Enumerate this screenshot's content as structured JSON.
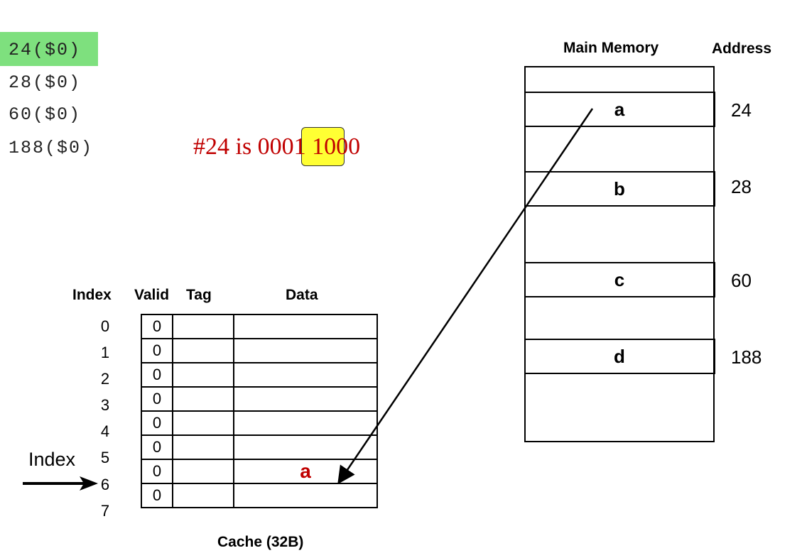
{
  "addresses": [
    {
      "text": "24($0)",
      "highlighted": true
    },
    {
      "text": "28($0)",
      "highlighted": false
    },
    {
      "text": "60($0)",
      "highlighted": false
    },
    {
      "text": "188($0)",
      "highlighted": false
    }
  ],
  "binary_note": {
    "text": "#24 is 0001 1000",
    "color": "#c00000",
    "highlight_color": "#ffff33"
  },
  "cache": {
    "headers": {
      "index": "Index",
      "valid": "Valid",
      "tag": "Tag",
      "data": "Data"
    },
    "rows": [
      {
        "index": "0",
        "valid": "0",
        "tag": "",
        "data": ""
      },
      {
        "index": "1",
        "valid": "0",
        "tag": "",
        "data": ""
      },
      {
        "index": "2",
        "valid": "0",
        "tag": "",
        "data": ""
      },
      {
        "index": "3",
        "valid": "0",
        "tag": "",
        "data": ""
      },
      {
        "index": "4",
        "valid": "0",
        "tag": "",
        "data": ""
      },
      {
        "index": "5",
        "valid": "0",
        "tag": "",
        "data": ""
      },
      {
        "index": "6",
        "valid": "0",
        "tag": "",
        "data": "a"
      },
      {
        "index": "7",
        "valid": "0",
        "tag": "",
        "data": ""
      }
    ],
    "caption": "Cache (32B)",
    "index_pointer_label": "Index"
  },
  "memory": {
    "title": "Main Memory",
    "address_header": "Address",
    "cells": [
      {
        "label": "a",
        "address": "24"
      },
      {
        "label": "b",
        "address": "28"
      },
      {
        "label": "c",
        "address": "60"
      },
      {
        "label": "d",
        "address": "188"
      }
    ]
  }
}
